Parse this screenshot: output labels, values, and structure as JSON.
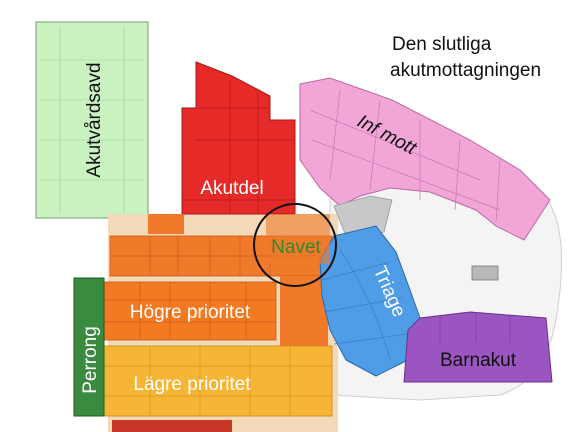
{
  "caption": {
    "line1": "Den slutliga",
    "line2": "akutmottagningen"
  },
  "zones": {
    "akutvardsavd": {
      "label": "Akutvårdsavd",
      "color": "#c9f2c0"
    },
    "akutdel": {
      "label": "Akutdel",
      "color": "#e62a28"
    },
    "inf_mott": {
      "label": "Inf mott",
      "color": "#f2a6d8"
    },
    "navet": {
      "label": "Navet",
      "color": "#2f8a2f"
    },
    "triage": {
      "label": "Triage",
      "color": "#4f9de6"
    },
    "hogre_prioritet": {
      "label": "Högre prioritet",
      "color": "#f47a22"
    },
    "lagre_prioritet": {
      "label": "Lägre prioritet",
      "color": "#f7b535"
    },
    "perrong": {
      "label": "Perrong",
      "color": "#3a8a3f"
    },
    "barnakut": {
      "label": "Barnakut",
      "color": "#9b55c0"
    }
  },
  "colors": {
    "corridor": "#f3d9b8",
    "gray": "#c8c8c8",
    "orange_band": "#f07a2a"
  }
}
